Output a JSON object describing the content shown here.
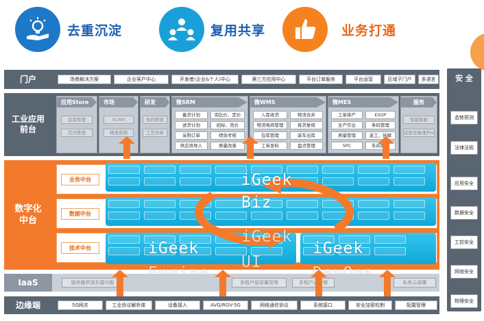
{
  "banner": {
    "items": [
      {
        "label": "去重沉淀",
        "icon": "hand-bulb-icon",
        "color": "#1e78c8"
      },
      {
        "label": "复用共享",
        "icon": "team-share-icon",
        "color": "#1aa0d8"
      },
      {
        "label": "业务打通",
        "icon": "thumbs-up-icon",
        "color": "#f5821f"
      }
    ]
  },
  "portal": {
    "label": "门户",
    "items": [
      "场景解决方案",
      "企业客户中心",
      "开发者(企业&个人)中心",
      "第三方应用中心",
      "平台订单服务",
      "平台运营",
      "区域子门户",
      "多语言"
    ]
  },
  "apps": {
    "label": "工业应用\n前台",
    "store": {
      "title": "应用Store",
      "items": [
        "运营管理",
        "交付管理"
      ]
    },
    "market": {
      "title": "市场",
      "items": [
        "SCRM",
        "精准营销"
      ]
    },
    "rd": {
      "title": "研发",
      "items": [
        "协同研发",
        "工艺仿真"
      ]
    },
    "srm": {
      "title": "微SRM",
      "items": [
        "备货计划",
        "询比价、定价",
        "送货计划",
        "招标、竞价",
        "采购订单",
        "绩效考核",
        "供应商导入",
        "质量改善"
      ]
    },
    "wms": {
      "title": "微WMS",
      "items": [
        "入库收货",
        "物流合并",
        "物流电商管理",
        "拣货复核",
        "在库管理",
        "装车出库",
        "工单发料",
        "盘点管理"
      ]
    },
    "mes": {
      "title": "微MES",
      "items": [
        "工单排产",
        "ESOP",
        "生产作业",
        "条码管理",
        "质量管理",
        "返工、拆解",
        "SPC",
        "车间看板"
      ]
    },
    "service": {
      "title": "服务",
      "items": [
        "智能客服",
        "远程设备维护IoT"
      ]
    }
  },
  "digital": {
    "label": "数字化\n中台",
    "rows": [
      "业务中台",
      "数据中台",
      "技术中台"
    ],
    "overlay": [
      "iGeek",
      "Biz",
      "iGeek",
      "Engine",
      "iGeek",
      "UI",
      "iGeek",
      "DevOps"
    ]
  },
  "iaas": {
    "label": "IaaS",
    "items": [
      "服务器资源负载均衡",
      "多租户级容量管理",
      "多租户云存储",
      "私有云部署"
    ]
  },
  "edge": {
    "label": "边缘端",
    "items": [
      "5G网关",
      "工业协议解析库",
      "设备接入",
      "AVG/RGV-5G",
      "网络通信协议",
      "系统接口",
      "安全加密机制",
      "配置管理"
    ]
  },
  "security": {
    "title": "安 全",
    "items": [
      "态势预测",
      "法律法规",
      "应用安全",
      "数据安全",
      "工控安全",
      "网络安全",
      "物理安全"
    ]
  },
  "colors": {
    "orange": "#f47a2b",
    "cyan": "#1ab4e4",
    "slate": "#5a6572"
  }
}
